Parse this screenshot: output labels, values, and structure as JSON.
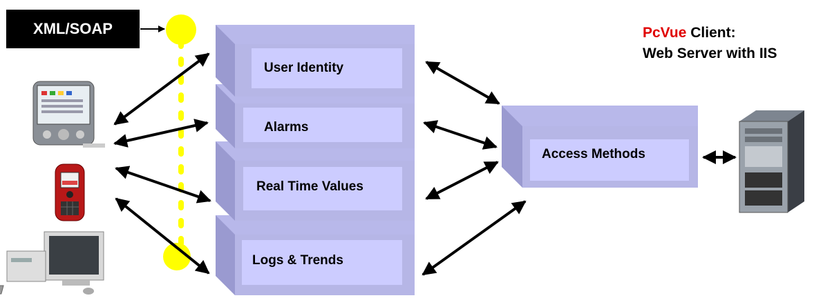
{
  "xml_soap_label": "XML/SOAP",
  "client_title": {
    "brand": "PcVue",
    "line1_rest": " Client:",
    "line2": "Web Server with IIS"
  },
  "modules": [
    "User Identity",
    "Alarms",
    "Real Time Values",
    "Logs & Trends"
  ],
  "access_methods_label": "Access Methods",
  "colors": {
    "box_face": "#ccccff",
    "box_side": "#9a9ad0",
    "box_top": "#b8b8ea",
    "bus_yellow": "#ffff00",
    "brand_red": "#e00000"
  },
  "icons": [
    "pda-icon",
    "mobile-phone-icon",
    "desktop-computer-icon",
    "server-tower-icon"
  ]
}
